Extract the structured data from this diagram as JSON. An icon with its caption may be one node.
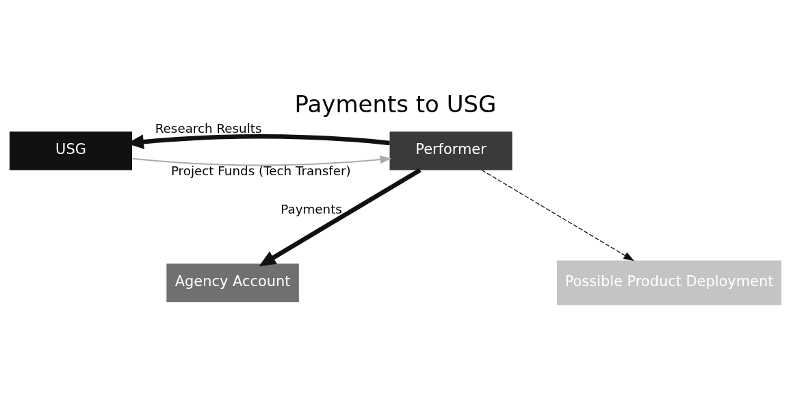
{
  "diagram": {
    "title": "Payments to USG",
    "nodes": [
      {
        "text": [
          "USG"
        ]
      },
      {
        "text": [
          "Performer"
        ]
      },
      {
        "text": [
          "Agency Account"
        ]
      },
      {
        "text": [
          "Possible Product Deployment"
        ]
      }
    ],
    "edges": [
      {
        "from": 0,
        "to": 1,
        "arrow": "to",
        "label": "Project Funds (Tech Transfer)",
        "color": "#aaaaaa"
      },
      {
        "from": 1,
        "to": 0,
        "arrow": "to",
        "label": "Research Results",
        "style": "thick"
      },
      {
        "from": 1,
        "to": 2,
        "arrow": "to",
        "label": "Payments",
        "style": "thick"
      },
      {
        "from": 1,
        "to": 3,
        "arrow": "to",
        "style": "dashed"
      }
    ]
  }
}
